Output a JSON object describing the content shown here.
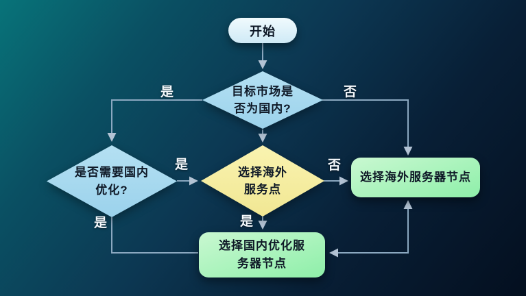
{
  "nodes": {
    "start": {
      "label": "开始"
    },
    "market_decision": {
      "label": "目标市场是\n否为国内?"
    },
    "optimize_decision": {
      "label": "是否需要国内\n优化?"
    },
    "overseas_point_decision": {
      "label": "选择海外\n服务点"
    },
    "overseas_server": {
      "label": "选择海外服务器节点"
    },
    "domestic_server": {
      "label": "选择国内优化服\n务器节点"
    }
  },
  "edge_labels": {
    "market_yes": "是",
    "market_no": "否",
    "optimize_yes": "是",
    "overseas_point_no": "否",
    "optimize_yes_down": "是",
    "overseas_point_yes_down": "是"
  },
  "colors": {
    "bg-top-left": "#087379",
    "bg-upper-mid": "#0a5063",
    "bg-mid": "#0c3752",
    "bg-lower-mid": "#081f36",
    "bg-bottom-right": "#040f1f",
    "node-text": "#0e1826",
    "start-bg-top": "#f0fafd",
    "start-bg-bottom": "#cfeaf6",
    "blue-node-top": "#b4e0f2",
    "blue-node-bottom": "#9bd2ec",
    "yellow-node-top": "#f9f3b0",
    "yellow-node-bottom": "#f1e793",
    "green-node-top": "#c9f8d1",
    "green-node-bottom": "#8eefa9",
    "line": "#8ba8c0",
    "arrowhead": "#b3c3d4",
    "edge-label": "#f4f8fb"
  }
}
